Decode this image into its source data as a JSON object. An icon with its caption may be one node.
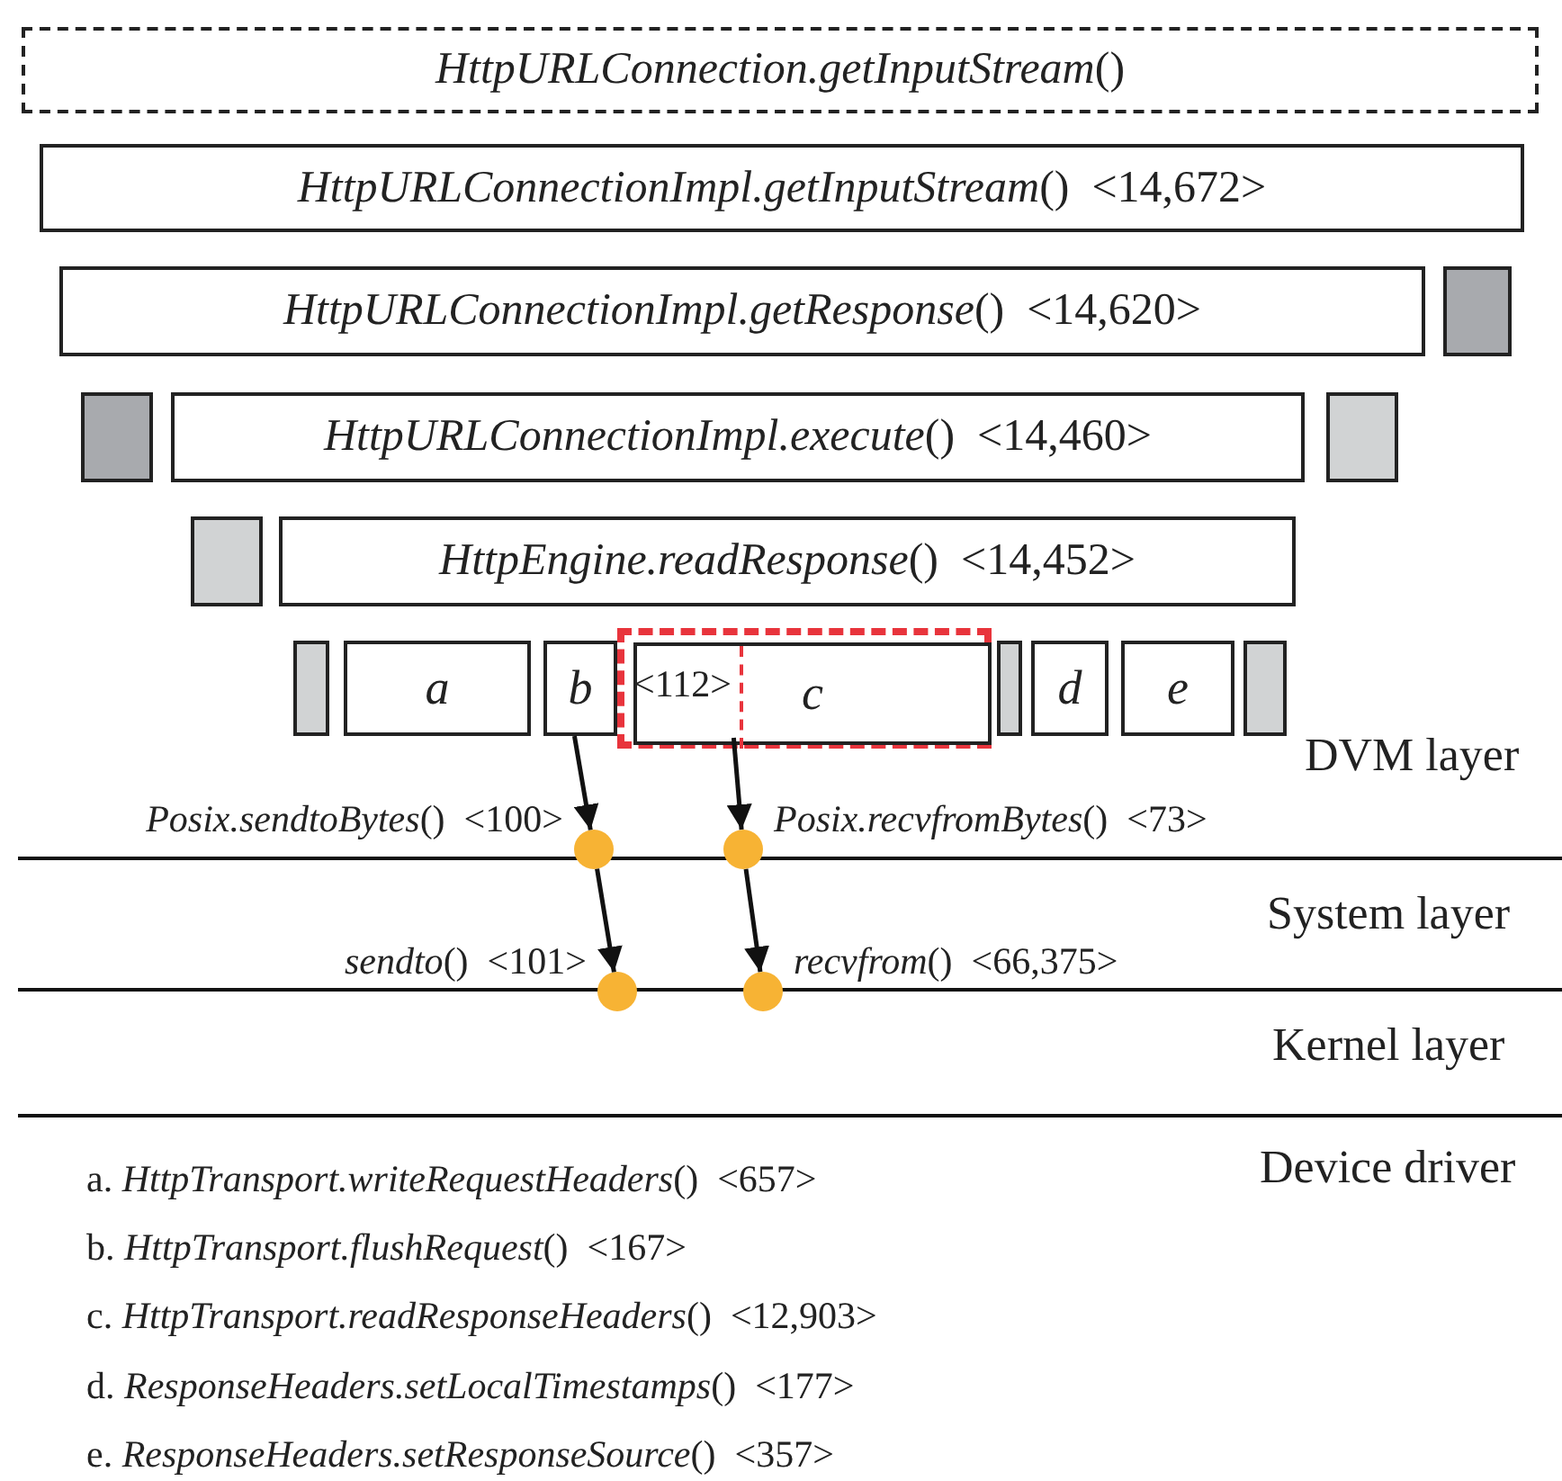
{
  "diagram": {
    "nodes": [
      {
        "text": [
          "*HttpURLConnection.getInputStream*()"
        ]
      },
      {
        "text": [
          "*HttpURLConnectionImpl.getInputStream*()  <14,672>"
        ]
      },
      {
        "text": [
          "*HttpURLConnectionImpl.getResponse*()  <14,620>"
        ]
      },
      {
        "text": [],
        "shape": "box"
      },
      {
        "text": [],
        "shape": "box"
      },
      {
        "text": [
          "*HttpURLConnectionImpl.execute*()  <14,460>"
        ]
      },
      {
        "text": [],
        "shape": "box"
      },
      {
        "text": [],
        "shape": "box"
      },
      {
        "text": [
          "*HttpEngine.readResponse*()  <14,452>"
        ]
      },
      {
        "text": [],
        "shape": "box"
      },
      {
        "text": [
          "a"
        ]
      },
      {
        "text": [
          "b"
        ]
      },
      {
        "text": [],
        "shape": "box"
      },
      {
        "text": [
          "c"
        ],
        "in": 12
      },
      {
        "text": [
          "<112>"
        ],
        "in": 13
      },
      {
        "text": [],
        "shape": "box"
      },
      {
        "text": [
          "d"
        ]
      },
      {
        "text": [
          "e"
        ]
      },
      {
        "text": [],
        "shape": "box"
      },
      {
        "text": [],
        "shape": "circle",
        "beside": [
          "*Posix.sendtoBytes*()  <100>"
        ]
      },
      {
        "text": [],
        "shape": "circle",
        "beside": [
          "*Posix.recvfromBytes*()  <73>"
        ]
      },
      {
        "text": [],
        "shape": "circle",
        "beside": [
          "*sendto*()  <101>"
        ]
      },
      {
        "text": [],
        "shape": "circle",
        "beside": [
          "*recvfrom*()  <66,375>"
        ]
      }
    ],
    "edges": [
      {
        "from": 11,
        "to": 19,
        "arrow": "to"
      },
      {
        "from": 13,
        "to": 20,
        "arrow": "to"
      },
      {
        "from": 19,
        "to": 21,
        "arrow": "to"
      },
      {
        "from": 20,
        "to": 22,
        "arrow": "to"
      }
    ],
    "labels": [
      "DVM layer",
      "System layer",
      "Kernel layer",
      "Device driver",
      "a. *HttpTransport.writeRequestHeaders*()  <657>",
      "b. *HttpTransport.flushRequest*()  <167>",
      "c. *HttpTransport.readResponseHeaders*()  <12,903>",
      "d. *ResponseHeaders.setLocalTimestamps*()  <177>",
      "e. *ResponseHeaders.setResponseSource*()  <357>"
    ]
  }
}
